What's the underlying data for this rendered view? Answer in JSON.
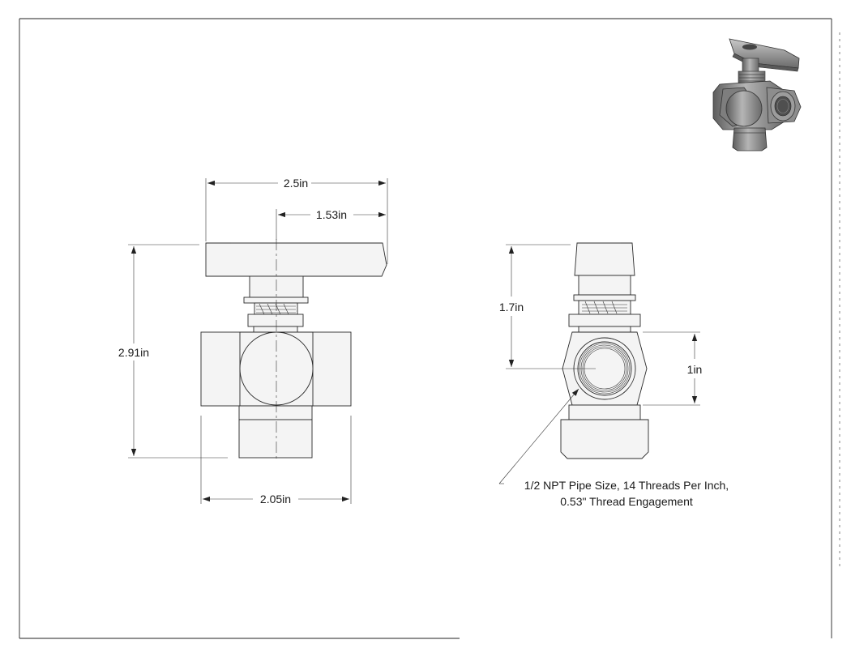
{
  "dimensions": {
    "handle_width": "2.5in",
    "handle_offset": "1.53in",
    "overall_height": "2.91in",
    "body_width": "2.05in",
    "side_height": "1.7in",
    "port_height": "1in"
  },
  "callout": {
    "line1": "1/2 NPT Pipe Size, 14 Threads Per Inch,",
    "line2": "0.53\" Thread Engagement"
  },
  "colors": {
    "part_fill": "#f4f4f4",
    "line": "#222222",
    "render_metal": "#8a8a8a"
  },
  "icons": {
    "arrow": "arrowhead",
    "render": "valve-3d-render-icon"
  }
}
